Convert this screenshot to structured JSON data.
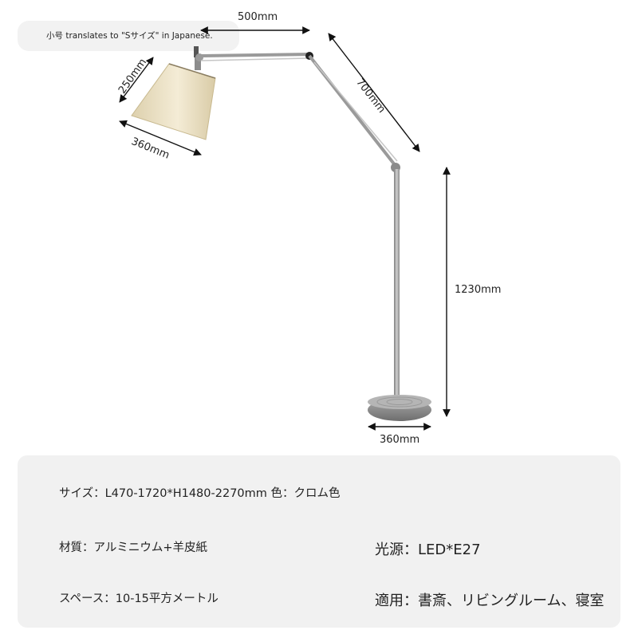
{
  "note": {
    "text": "小号 translates to \"Sサイズ\" in Japanese."
  },
  "dimensions": {
    "arm_horizontal": "500mm",
    "arm_diagonal": "700mm",
    "shade_height": "250mm",
    "shade_width": "360mm",
    "stand_height": "1230mm",
    "base_width": "360mm"
  },
  "colors": {
    "shade": "#e9dfc2",
    "metal": "#9a9a9a",
    "panel": "#f1f1f1"
  },
  "specs": {
    "size": "サイズ：L470-1720*H1480-2270mm 色：クロム色",
    "material": "材質：アルミニウム+羊皮紙",
    "light_source": "光源：LED*E27",
    "space": "スペース：10-15平方メートル",
    "usage": "適用：書斎、リビングルーム、寝室"
  }
}
